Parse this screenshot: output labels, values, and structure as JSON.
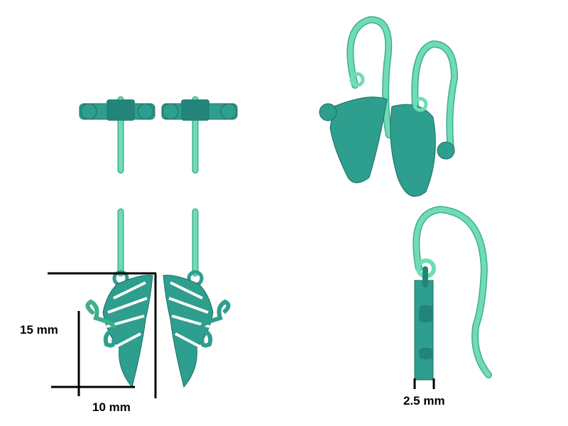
{
  "dimensions": {
    "height_label": "15 mm",
    "width_label": "10 mm",
    "thickness_label": "2.5 mm"
  },
  "colors": {
    "body": "#2e9e8e",
    "wire": "#6fdcb6",
    "background": "#ffffff"
  }
}
